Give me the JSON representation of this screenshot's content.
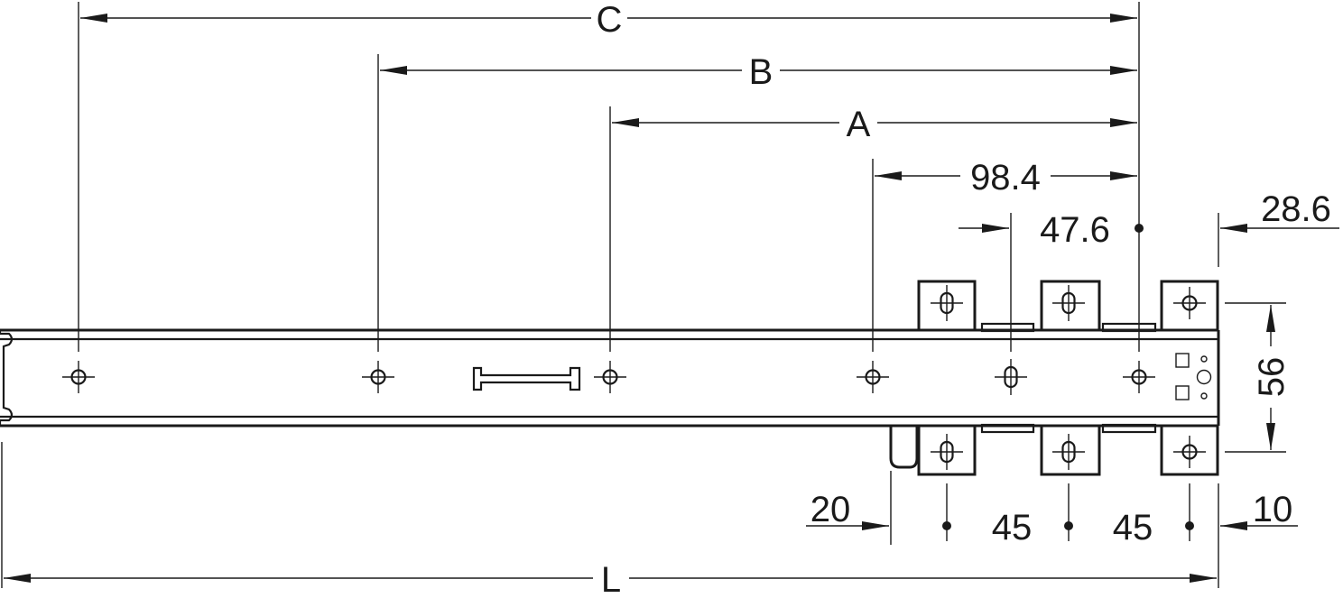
{
  "dimensions": {
    "c": "C",
    "b": "B",
    "a": "A",
    "d98": "98.4",
    "d476": "47.6",
    "d286": "28.6",
    "d56": "56",
    "d20": "20",
    "d45a": "45",
    "d45b": "45",
    "d10": "10",
    "l": "L"
  }
}
